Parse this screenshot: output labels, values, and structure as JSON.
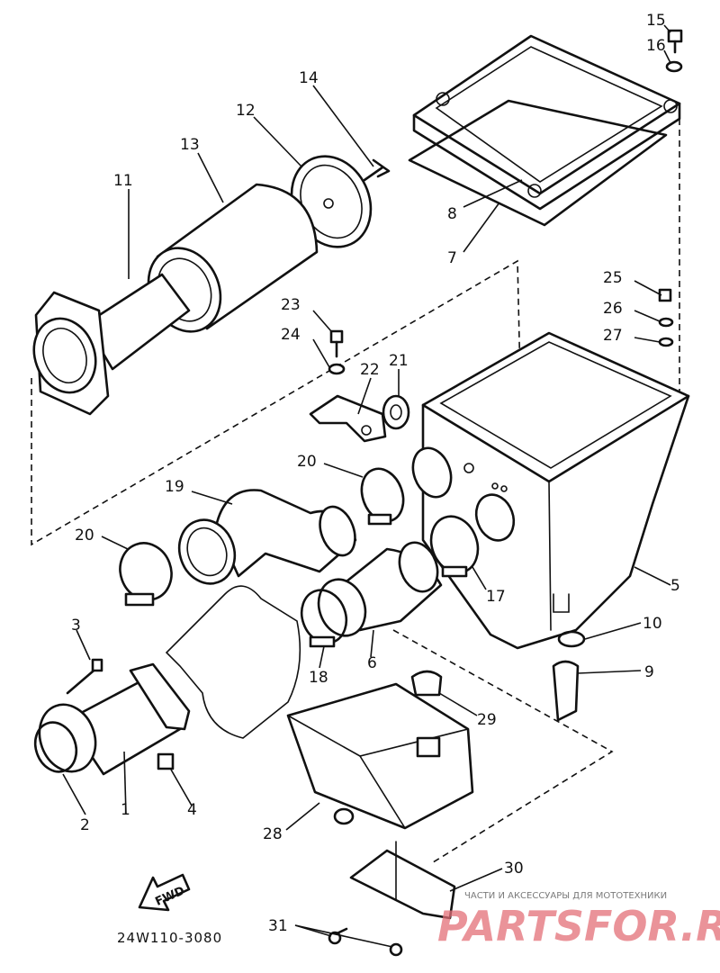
{
  "diagram": {
    "code": "24W110-3080",
    "fwd_label": "FWD",
    "callouts": [
      {
        "id": "c15",
        "text": "15"
      },
      {
        "id": "c16",
        "text": "16"
      },
      {
        "id": "c14",
        "text": "14"
      },
      {
        "id": "c12",
        "text": "12"
      },
      {
        "id": "c13",
        "text": "13"
      },
      {
        "id": "c11",
        "text": "11"
      },
      {
        "id": "c8",
        "text": "8"
      },
      {
        "id": "c7",
        "text": "7"
      },
      {
        "id": "c25",
        "text": "25"
      },
      {
        "id": "c26",
        "text": "26"
      },
      {
        "id": "c27",
        "text": "27"
      },
      {
        "id": "c23",
        "text": "23"
      },
      {
        "id": "c24",
        "text": "24"
      },
      {
        "id": "c22",
        "text": "22"
      },
      {
        "id": "c21",
        "text": "21"
      },
      {
        "id": "c20a",
        "text": "20"
      },
      {
        "id": "c19",
        "text": "19"
      },
      {
        "id": "c20b",
        "text": "20"
      },
      {
        "id": "c5",
        "text": "5"
      },
      {
        "id": "c17",
        "text": "17"
      },
      {
        "id": "c10",
        "text": "10"
      },
      {
        "id": "c9",
        "text": "9"
      },
      {
        "id": "c3",
        "text": "3"
      },
      {
        "id": "c18",
        "text": "18"
      },
      {
        "id": "c6",
        "text": "6"
      },
      {
        "id": "c29",
        "text": "29"
      },
      {
        "id": "c4",
        "text": "4"
      },
      {
        "id": "c2",
        "text": "2"
      },
      {
        "id": "c1",
        "text": "1"
      },
      {
        "id": "c28",
        "text": "28"
      },
      {
        "id": "c30",
        "text": "30"
      },
      {
        "id": "c31",
        "text": "31"
      }
    ]
  },
  "watermark": {
    "tagline": "ЧАСТИ И АКСЕССУАРЫ ДЛЯ МОТОТЕХНИКИ",
    "brand": "PARTSFOR.RU"
  }
}
